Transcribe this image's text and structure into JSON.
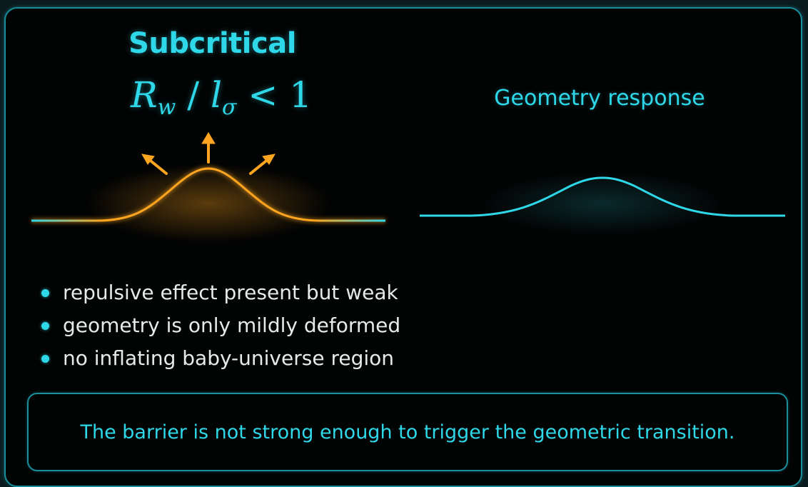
{
  "left_panel": {
    "title": "Subcritical",
    "formula": {
      "numerator_symbol": "R",
      "numerator_subscript": "w",
      "slash": "/",
      "denominator_symbol": "l",
      "denominator_subscript": "σ",
      "relation": "<",
      "value": "1"
    }
  },
  "right_panel": {
    "title": "Geometry response"
  },
  "bullets": [
    "repulsive effect present but weak",
    "geometry is only mildly deformed",
    "no inflating baby-universe region"
  ],
  "callout": {
    "text": "The barrier is not strong enough to trigger the geometric transition."
  },
  "colors": {
    "accent": "#2fd8e9",
    "highlight": "#ffa51f",
    "text": "#e8eaea",
    "background": "#020303"
  },
  "icons": {
    "arrows": "outward-force-arrows"
  }
}
